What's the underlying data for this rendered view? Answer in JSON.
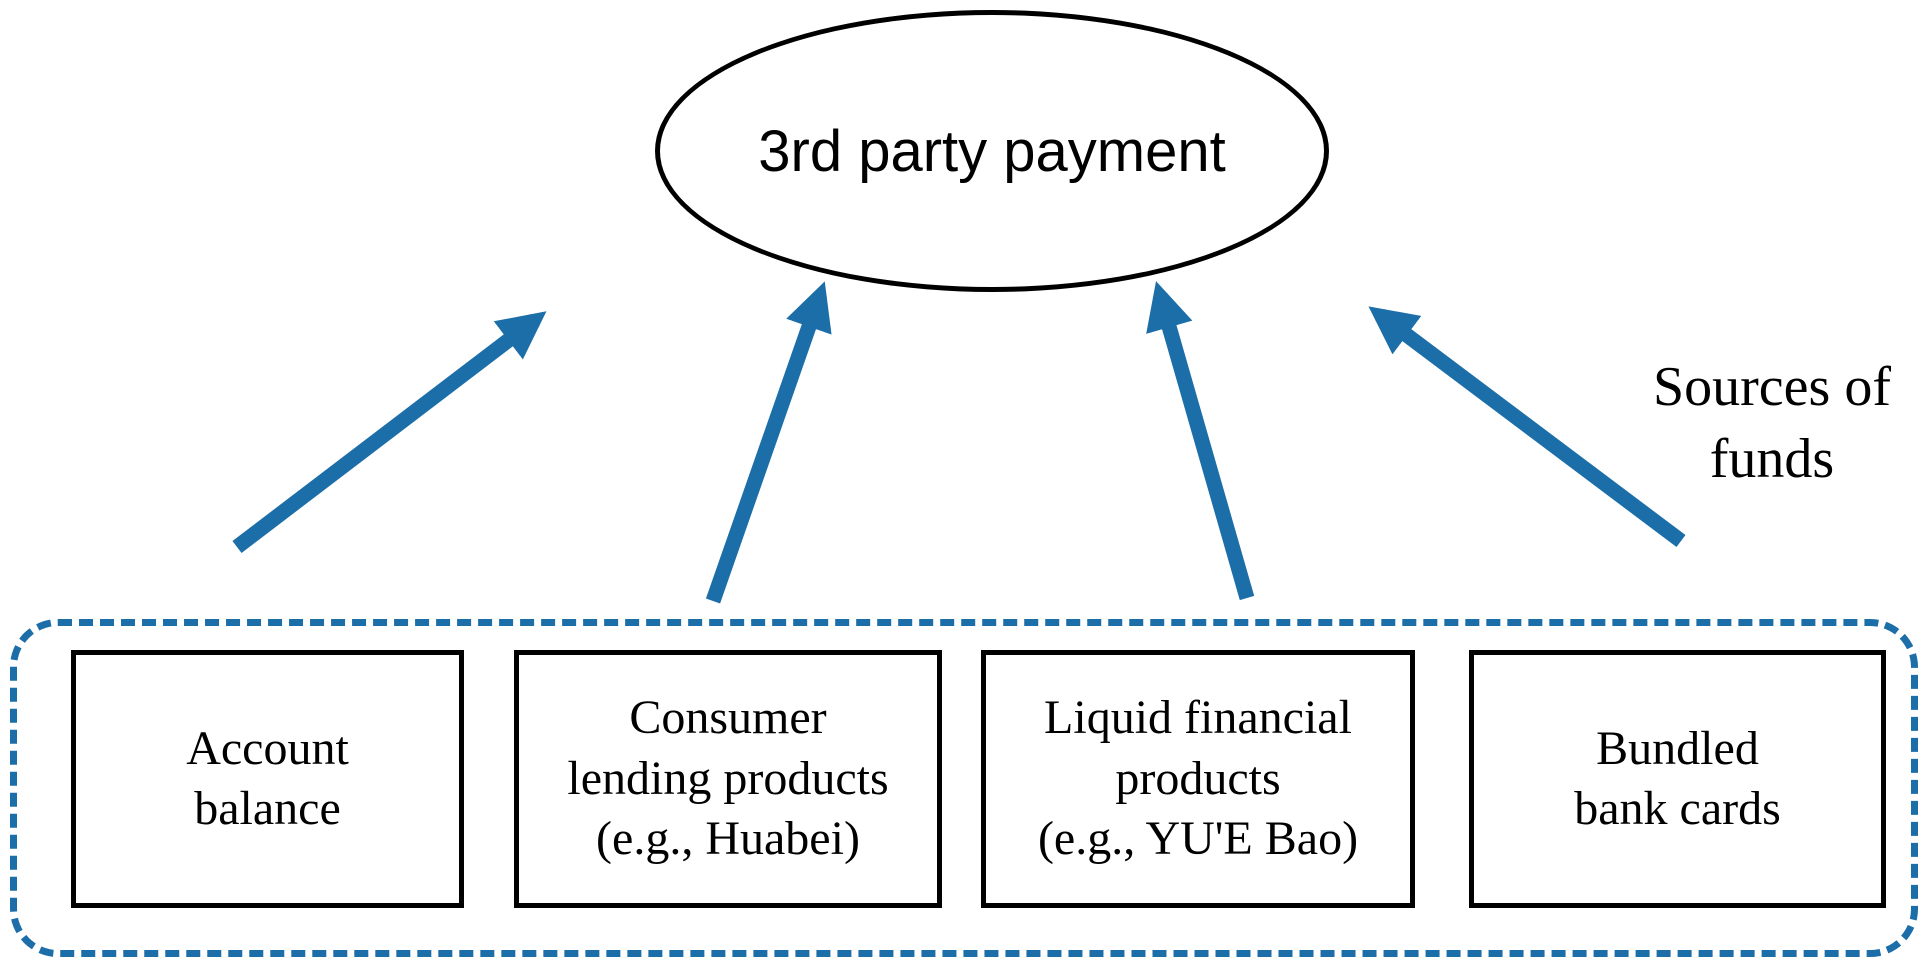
{
  "title": "3rd party payment",
  "side_label": [
    "Sources of",
    "funds"
  ],
  "boxes": [
    {
      "label": [
        "Account",
        "balance"
      ]
    },
    {
      "label": [
        "Consumer",
        "lending products",
        "(e.g., Huabei)"
      ]
    },
    {
      "label": [
        "Liquid financial",
        "products",
        "(e.g., YU'E Bao)"
      ]
    },
    {
      "label": [
        "Bundled",
        "bank cards"
      ]
    }
  ],
  "colors": {
    "arrow_blue": "#1c6ea9",
    "container_dashed_border": "#1c6ea9",
    "node_border": "#000000",
    "box_border": "#000000",
    "background": "#ffffff"
  }
}
